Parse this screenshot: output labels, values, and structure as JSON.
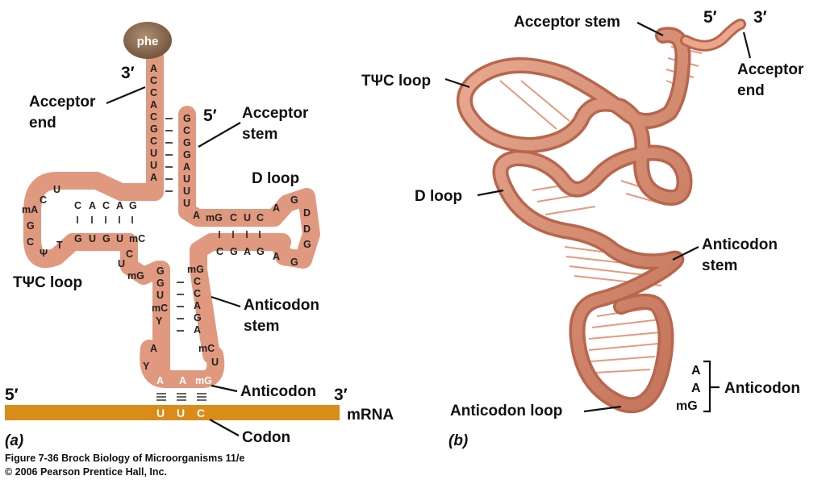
{
  "panel_a": {
    "panel_label": "(a)",
    "amino_acid": "phe",
    "labels": {
      "three_prime_top": "3′",
      "five_prime_top": "5′",
      "acceptor_end": [
        "Acceptor",
        "end"
      ],
      "acceptor_stem": [
        "Acceptor",
        "stem"
      ],
      "d_loop": "D loop",
      "tpsic_loop": "TΨC loop",
      "anticodon_stem": [
        "Anticodon",
        "stem"
      ],
      "anticodon": "Anticodon",
      "codon": "Codon",
      "mrna": "mRNA",
      "mrna_5": "5′",
      "mrna_3": "3′"
    },
    "acceptor_3_strand": [
      "A",
      "C",
      "C",
      "A",
      "C",
      "G",
      "C",
      "U",
      "U",
      "A"
    ],
    "acceptor_5_strand": [
      "G",
      "C",
      "G",
      "G",
      "A",
      "U",
      "U",
      "U",
      "A"
    ],
    "tpsic_top": [
      "C",
      "A",
      "C",
      "A",
      "G"
    ],
    "tpsic_bottom": [
      "G",
      "U",
      "G",
      "U",
      "mC"
    ],
    "tpsic_loop_nts": [
      "U",
      "C",
      "mA",
      "G",
      "C",
      "Ψ",
      "T"
    ],
    "d_top": [
      "mG",
      "C",
      "U",
      "C"
    ],
    "d_bottom": [
      "C",
      "G",
      "A",
      "G"
    ],
    "d_loop_nts": [
      "A",
      "G",
      "D",
      "D",
      "G",
      "G",
      "A"
    ],
    "junction_nts": [
      "C",
      "U",
      "mG"
    ],
    "anticodon_left": [
      "G",
      "G",
      "U",
      "mC",
      "Y",
      "A",
      "Y"
    ],
    "anticodon_right": [
      "mG",
      "C",
      "C",
      "A",
      "G",
      "A",
      "mC",
      "U"
    ],
    "anticodon_nts": [
      "A",
      "A",
      "mG"
    ],
    "codon_nts": [
      "U",
      "U",
      "C"
    ]
  },
  "panel_b": {
    "panel_label": "(b)",
    "labels": {
      "acceptor_stem": "Acceptor stem",
      "five_prime": "5′",
      "three_prime": "3′",
      "acceptor_end": [
        "Acceptor",
        "end"
      ],
      "tpsic_loop": "TΨC loop",
      "d_loop": "D loop",
      "anticodon_stem": [
        "Anticodon",
        "stem"
      ],
      "anticodon_loop": "Anticodon loop",
      "anticodon": "Anticodon",
      "anticodon_nts": [
        "A",
        "A",
        "mG"
      ]
    }
  },
  "caption": {
    "line1": "Figure 7-36  Brock Biology of Microorganisms 11/e",
    "line2": "© 2006 Pearson Prentice Hall, Inc."
  },
  "colors": {
    "backbone": "#e0997f",
    "ribbon_dark": "#b8664d",
    "mrna": "#d98c1a",
    "amino_acid": "#8c6a4e"
  }
}
